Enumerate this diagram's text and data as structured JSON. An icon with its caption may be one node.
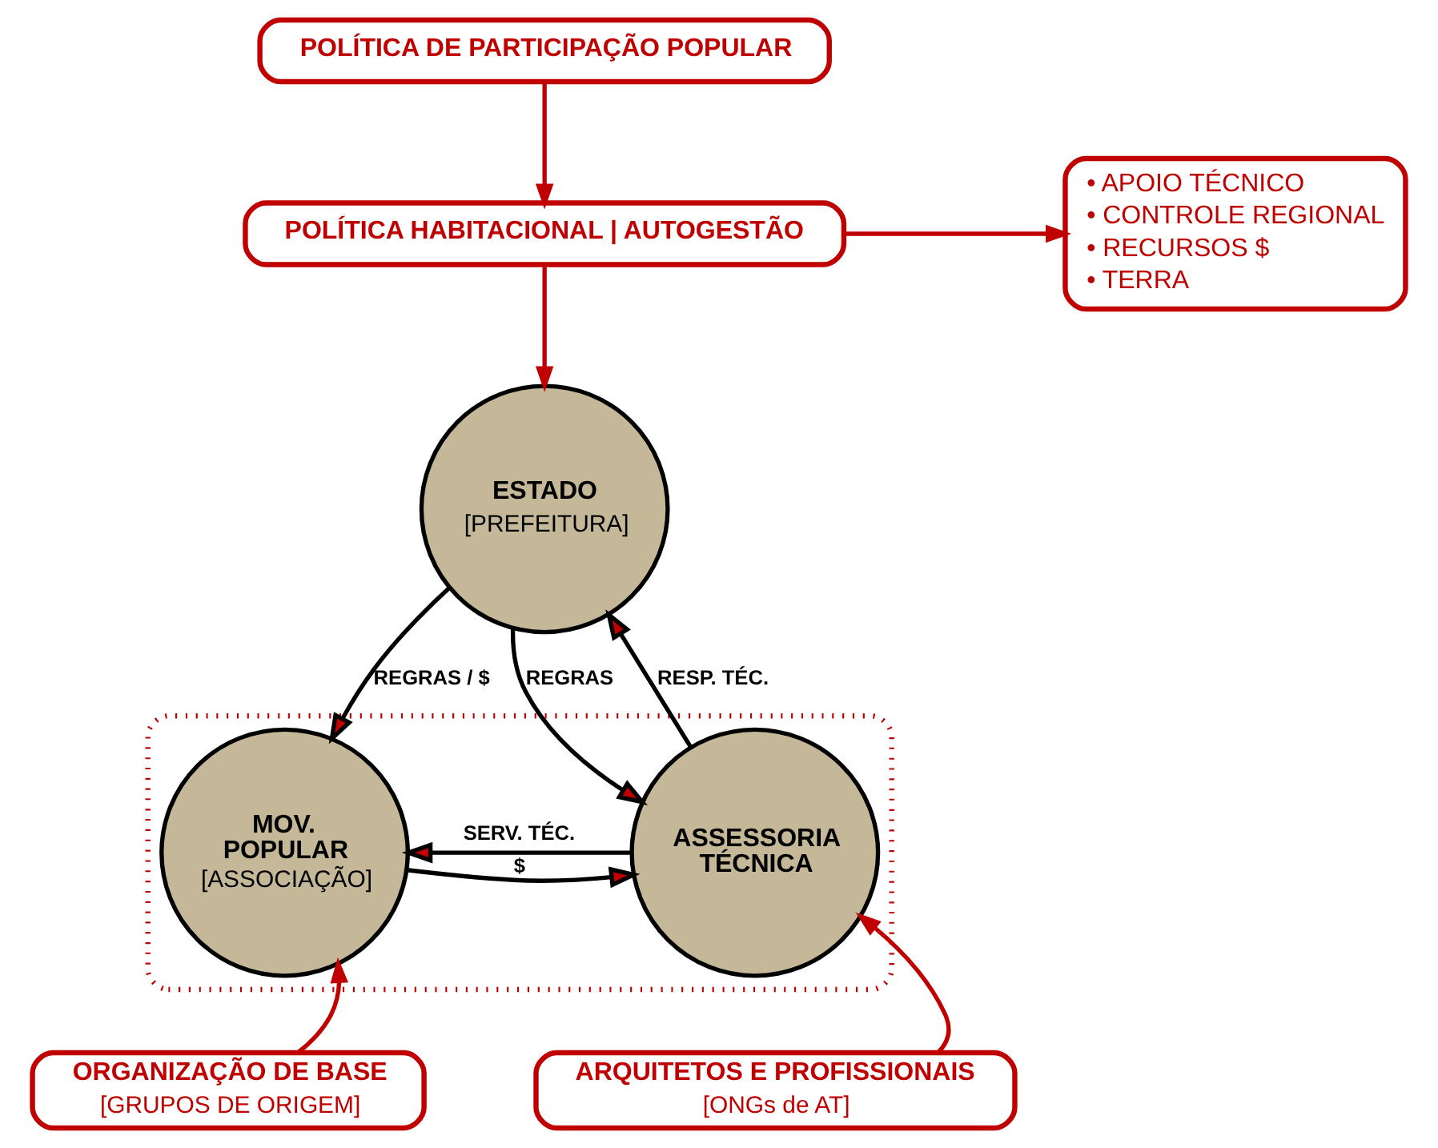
{
  "diagram": {
    "nodes": [
      {
        "text": [
          "POLÍTICA DE PARTICIPAÇÃO POPULAR"
        ]
      },
      {
        "text": [
          "POLÍTICA HABITACIONAL | AUTOGESTÃO"
        ]
      },
      {
        "text": [
          "• APOIO TÉCNICO",
          "• CONTROLE REGIONAL",
          "• RECURSOS $",
          "• TERRA"
        ]
      },
      {
        "text": [
          "ESTADO",
          "[PREFEITURA]"
        ]
      },
      {
        "text": [],
        "shape": "band"
      },
      {
        "text": [
          "MOV. POPULAR",
          "[ASSOCIAÇÃO]"
        ],
        "in": 4
      },
      {
        "text": [
          "ASSESSORIA TÉCNICA"
        ],
        "in": 4
      },
      {
        "text": [
          "ORGANIZAÇÃO DE BASE",
          "[GRUPOS DE ORIGEM]"
        ]
      },
      {
        "text": [
          "ARQUITETOS E PROFISSIONAIS",
          "[ONGs de AT]"
        ]
      }
    ],
    "edges": [
      {
        "from": 0,
        "to": 1,
        "arrow": "to"
      },
      {
        "from": 1,
        "to": 2,
        "arrow": "to"
      },
      {
        "from": 1,
        "to": 3,
        "arrow": "to"
      },
      {
        "from": 3,
        "to": 5,
        "arrow": "to",
        "label": "REGRAS / $",
        "color": "#000000"
      },
      {
        "from": 6,
        "to": 3,
        "arrow": "to",
        "label": "RESP. TÉC.",
        "color": "#000000"
      },
      {
        "from": 3,
        "to": 6,
        "arrow": "to",
        "label": "REGRAS",
        "color": "#000000"
      },
      {
        "from": 6,
        "to": 5,
        "arrow": "to",
        "label": "SERV. TÉC.",
        "color": "#000000"
      },
      {
        "from": 5,
        "to": 6,
        "arrow": "to",
        "label": "$",
        "color": "#000000"
      },
      {
        "from": 7,
        "to": 5,
        "arrow": "to"
      },
      {
        "from": 8,
        "to": 6,
        "arrow": "to"
      }
    ]
  }
}
